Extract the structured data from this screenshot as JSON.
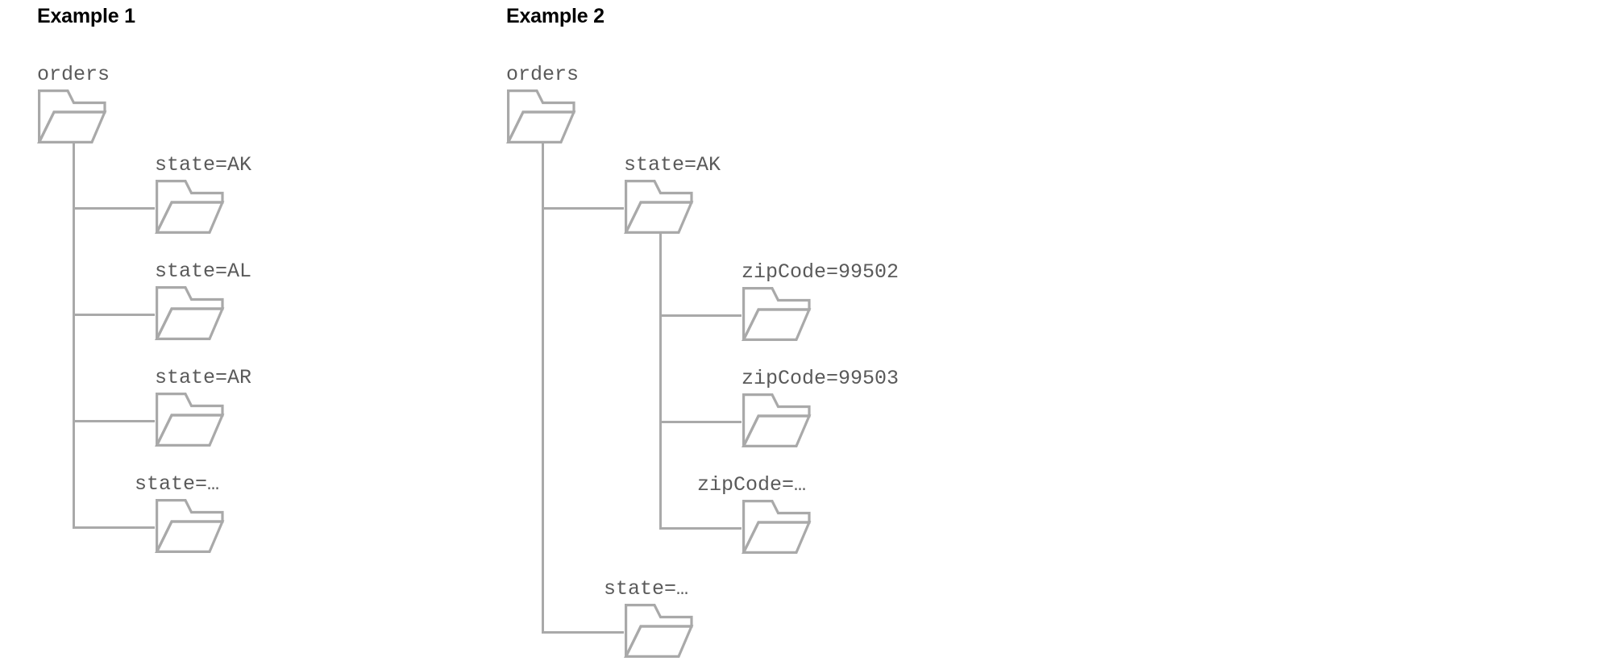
{
  "page": {
    "background_color": "#ffffff",
    "line_color": "#a9a9a9",
    "label_color": "#5a5a5a",
    "heading_color": "#000000"
  },
  "examples": [
    {
      "heading": "Example 1",
      "root": {
        "label": "orders",
        "icon": "folder-open-icon"
      },
      "children": [
        {
          "label": "state=AK",
          "icon": "folder-open-icon"
        },
        {
          "label": "state=AL",
          "icon": "folder-open-icon"
        },
        {
          "label": "state=AR",
          "icon": "folder-open-icon"
        },
        {
          "label": "state=…",
          "icon": "folder-open-icon"
        }
      ]
    },
    {
      "heading": "Example 2",
      "root": {
        "label": "orders",
        "icon": "folder-open-icon"
      },
      "children": [
        {
          "label": "state=AK",
          "icon": "folder-open-icon",
          "children": [
            {
              "label": "zipCode=99502",
              "icon": "folder-open-icon"
            },
            {
              "label": "zipCode=99503",
              "icon": "folder-open-icon"
            },
            {
              "label": "zipCode=…",
              "icon": "folder-open-icon"
            }
          ]
        },
        {
          "label": "state=…",
          "icon": "folder-open-icon"
        }
      ]
    }
  ]
}
